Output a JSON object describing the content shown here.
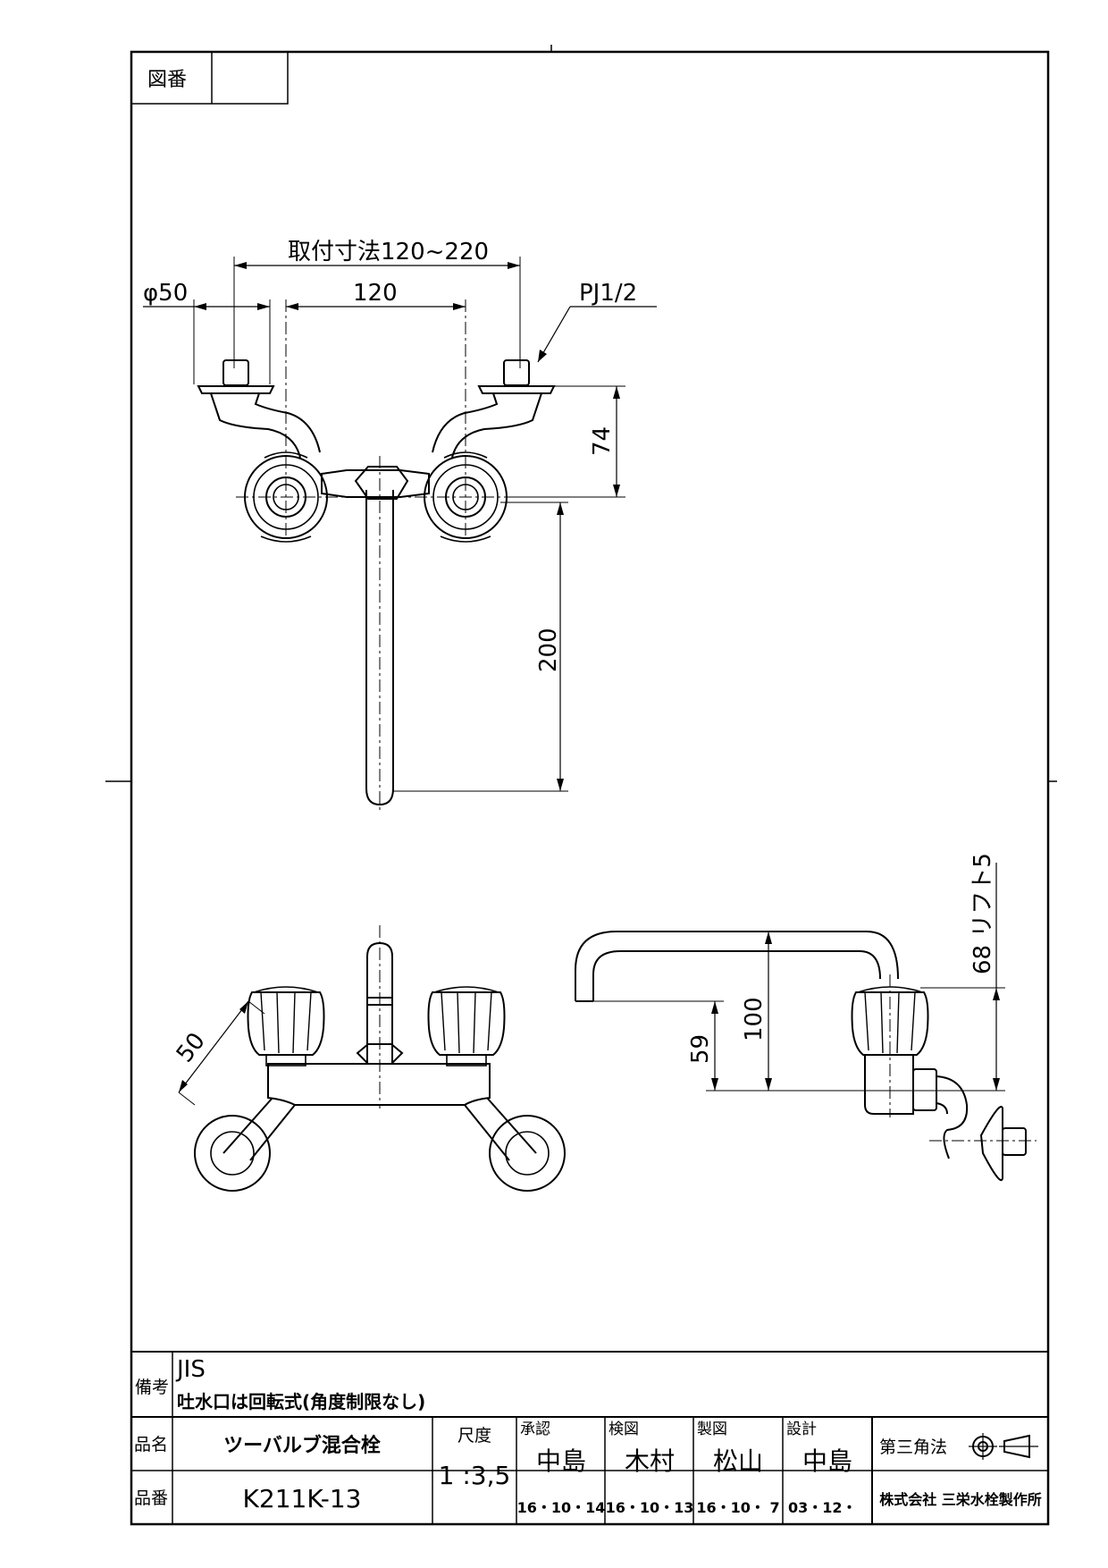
{
  "drawing_number": {
    "label": "図番",
    "value": ""
  },
  "top_view": {
    "mount_dimension": "取付寸法120~220",
    "diameter": "φ50",
    "center_distance": "120",
    "thread": "PJ1/2",
    "height_74": "74",
    "spout_200": "200"
  },
  "front_view": {
    "knob_50": "50"
  },
  "side_view": {
    "lift": "68 リフト5",
    "d100": "100",
    "d59": "59"
  },
  "notes": {
    "label": "備考",
    "line1": "JIS",
    "line2": "吐水口は回転式(角度制限なし)"
  },
  "title_block": {
    "name_label": "品名",
    "name_value": "ツーバルブ混合栓",
    "number_label": "品番",
    "number_value": "K211K-13",
    "scale_label": "尺度",
    "scale_value": "1 :3,5",
    "approve_label": "承認",
    "approve_name": "中島",
    "approve_date": "16・10・14",
    "check_label": "検図",
    "check_name": "木村",
    "check_date": "16・10・13",
    "draft_label": "製図",
    "draft_name": "松山",
    "draft_date": "16・10・ 7",
    "design_label": "設計",
    "design_name": "中島",
    "design_date": "03・12・",
    "projection": "第三角法",
    "company": "株式会社 三栄水栓製作所"
  }
}
